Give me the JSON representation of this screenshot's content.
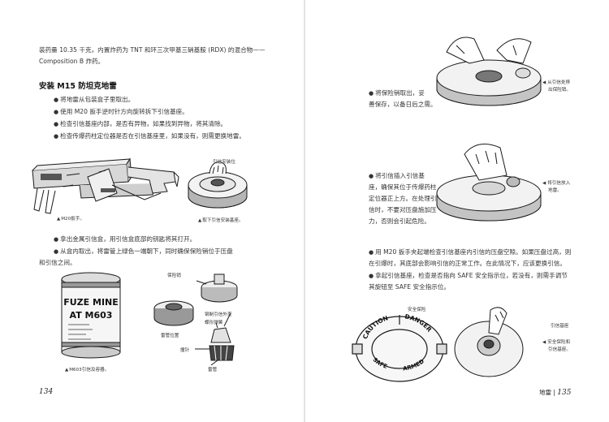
{
  "left_page": {
    "intro_line1": "装药量 10.35 千克，内置炸药为 TNT 和环三次甲基三硝基胺 (RDX) 的混合物——",
    "intro_line2": "Composition B 炸药。",
    "section_title": "安装 M15 防坦克地雷",
    "steps": [
      "将地雷从包装盒子里取出。",
      "使用 M20 扳手逆时针方向旋转拆下引信基座。",
      "检查引信基座内部，是否有异物，如果找到异物，将其清除。",
      "检查传爆药柱定位器是否在引信基座里，如果没有，则需更换地雷。"
    ],
    "fig_wrench_caption": "M20扳手。",
    "fig_mine_caption": "取下引信安装基座。",
    "fig_mine_label": "引信安装位",
    "para2_line1": "拿出金属引信盒，用引信盒底部的钥匙将其打开。",
    "para2_line2a": "从盒内取出，将雷管上绿色一端朝下，同时确保保险销位于压盘",
    "para2_line2b": "和引信之间。",
    "can_text": [
      "FUZE MINE",
      "AT M603"
    ],
    "can_caption": "M603引信及容器。",
    "fuze_labels": {
      "pin": "保险销",
      "spring_housing": "钢制引信外壳",
      "belleville": "蝶形弹簧",
      "detonator_cap": "雷管位置",
      "striker": "撞针",
      "detonator": "雷管"
    },
    "folio": "134"
  },
  "right_page": {
    "para_a_line1": "将保险销取出，妥",
    "para_a_line2": "善保存，以备日后之需。",
    "cap_a_line1": "从引信处移",
    "cap_a_line2": "出保险销。",
    "para_b_lines": [
      "将引信插入引信基",
      "座，确保其位于传爆药柱",
      "定位器正上方。在处理引",
      "信时，不要对压盘施加压",
      "力，否则会引起危险。"
    ],
    "cap_b_line1": "将引信放入",
    "cap_b_line2": "地雷。",
    "para_c_line1": "用 M20 扳手夹起端检查引信基座内引信的压盘空隙。如果压盘过高，则",
    "para_c_line2": "在引爆时，其底部会影响引信的正常工作。在此情况下，应该更换引信。",
    "para_d_line1": "拿起引信基座，检查是否指向 SAFE 安全指示位，若没有，则需手调节",
    "para_d_line2": "其旋钮至 SAFE 安全指示位。",
    "label_safety": "安全保险",
    "label_base": "引信基座",
    "plate_words": [
      "CAUTION",
      "DANGER",
      "SAFE",
      "ARMED"
    ],
    "cap_c_line1": "安全保险和",
    "cap_c_line2": "引信基座。",
    "folio_word": "地雷",
    "folio_num": "135"
  },
  "colors": {
    "text": "#333333",
    "ink": "#1a1a1a",
    "gutter": "#e3e3e3"
  }
}
